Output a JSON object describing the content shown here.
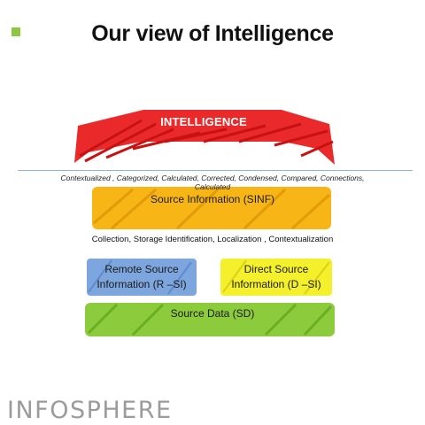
{
  "slide": {
    "title": "Our view of Intelligence",
    "colors": {
      "bullet": "#8dc63f",
      "intelligence": "#ea2a2a",
      "sinf": "#f7b516",
      "rsi": "#7ea6de",
      "dsi": "#f5f02c",
      "sd": "#8ccb3c",
      "divider": "#8fb4d6",
      "logo": "#9b9b9b"
    }
  },
  "diagram": {
    "intelligence": "INTELLIGENCE",
    "process_top": "Contextualized , Categorized, Calculated, Corrected, Condensed, Compared, Connections, Calculated",
    "sinf": "Source Information   (SINF)",
    "process_mid": "Collection, Storage Identification, Localization , Contextualization",
    "rsi": "Remote Source Information   (R –SI)",
    "dsi": "Direct  Source Information (D –SI)",
    "sd": "Source Data    (SD)"
  },
  "branding": {
    "logo": "INFOSPHERE"
  }
}
